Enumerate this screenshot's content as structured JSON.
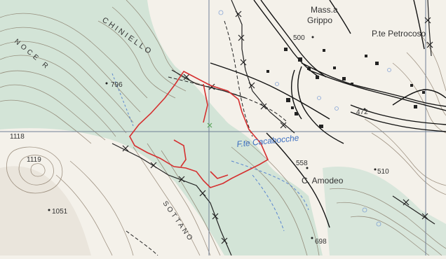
{
  "map": {
    "labels": {
      "mass_grippo_line1": "Mass.a",
      "mass_grippo_line2": "Grippo",
      "petrocoso": "P.te Petrocoso",
      "chiniello": "CHINIELLO",
      "fte_cacabocche": "F.te Cacabocche",
      "c_amodeo": "C. Amodeo",
      "sottano": "SOTTANO",
      "left_ridge": "NOCE R"
    },
    "elevations": {
      "e500": "500",
      "e472": "472",
      "e796": "796",
      "e1118": "1118",
      "e1119": "1119",
      "e558": "558",
      "e510": "510",
      "e1051": "1051",
      "e698": "698"
    },
    "colors": {
      "paper": "#f4f1ea",
      "contour": "#7b6a57",
      "forest": "#cfe2d5",
      "grid": "#6f7f95",
      "boundary_red": "#d52f2f",
      "water_blue": "#5a86d0",
      "building": "#222222",
      "road": "#111111"
    }
  }
}
